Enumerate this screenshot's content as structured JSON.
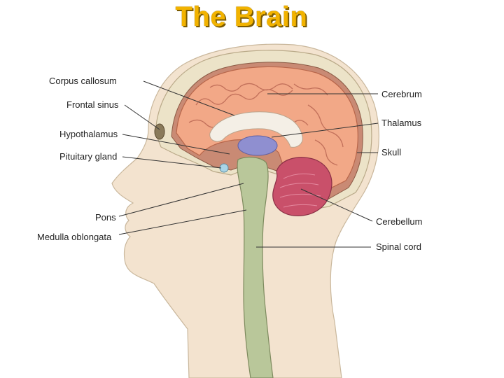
{
  "title": "The Brain",
  "labels": {
    "corpus_callosum": "Corpus callosum",
    "frontal_sinus": "Frontal sinus",
    "hypothalamus": "Hypothalamus",
    "pituitary_gland": "Pituitary gland",
    "pons": "Pons",
    "medulla_oblongata": "Medulla oblongata",
    "cerebrum": "Cerebrum",
    "thalamus": "Thalamus",
    "skull": "Skull",
    "cerebellum": "Cerebellum",
    "spinal_cord": "Spinal cord"
  },
  "colors": {
    "title": "#f2b300",
    "skin": "#f3e3cf",
    "skull": "#ece3c8",
    "cerebrum": "#f2a887",
    "cerebellum": "#c9506a",
    "brainstem": "#b9c79a",
    "thalamus": "#8f8fd0",
    "label_line": "#333333"
  }
}
